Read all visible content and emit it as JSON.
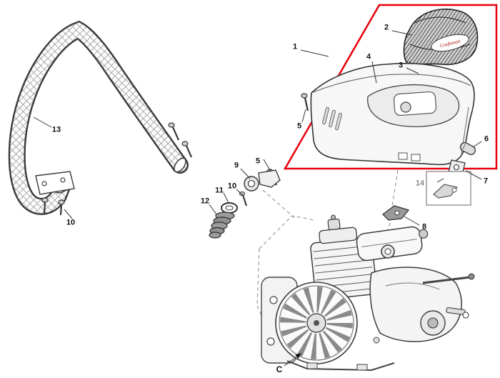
{
  "colors": {
    "highlight_box": "#e8000a",
    "line_art": "#3a3a3a",
    "label_text": "#111111",
    "inset_label_text": "#8a8a8a",
    "brand_text": "#aa1111"
  },
  "brand": "Craftsman",
  "labels": {
    "part1": "1",
    "part2": "2",
    "part3": "3",
    "part4": "4",
    "part5a": "5",
    "part5b": "5",
    "part6": "6",
    "part7": "7",
    "part8": "8",
    "part9": "9",
    "part10a": "10",
    "part10b": "10",
    "part11": "11",
    "part12": "12",
    "part13": "13",
    "part14": "14",
    "partC": "C"
  }
}
